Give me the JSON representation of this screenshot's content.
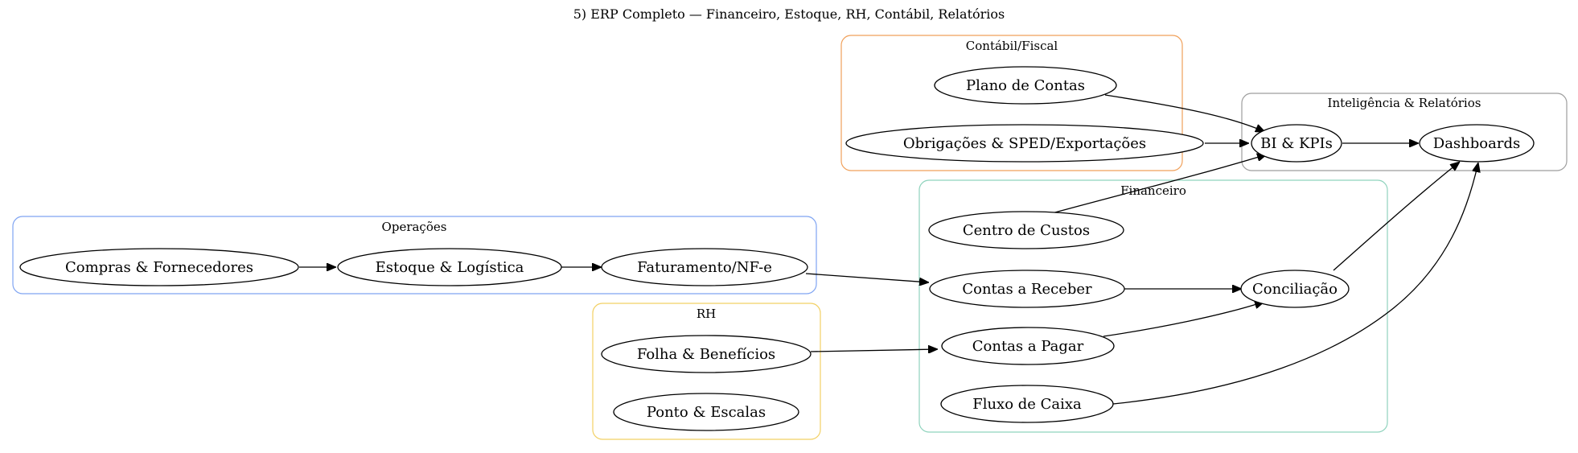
{
  "title": "5) ERP Completo — Financeiro, Estoque, RH, Contábil, Relatórios",
  "clusters": {
    "contabil": {
      "label": "Contábil/Fiscal",
      "color": "#f0a05a"
    },
    "inteligencia": {
      "label": "Inteligência & Relatórios",
      "color": "#9e9e9e"
    },
    "financeiro": {
      "label": "Financeiro",
      "color": "#8fd3bd"
    },
    "operacoes": {
      "label": "Operações",
      "color": "#7fa4f2"
    },
    "rh": {
      "label": "RH",
      "color": "#f2d064"
    }
  },
  "nodes": {
    "plano": "Plano de Contas",
    "obrigacoes": "Obrigações & SPED/Exportações",
    "bi": "BI & KPIs",
    "dashboards": "Dashboards",
    "centro": "Centro de Custos",
    "receber": "Contas a Receber",
    "pagar": "Contas a Pagar",
    "fluxo": "Fluxo de Caixa",
    "conciliacao": "Conciliação",
    "compras": "Compras & Fornecedores",
    "estoque": "Estoque & Logística",
    "faturamento": "Faturamento/NF-e",
    "folha": "Folha & Benefícios",
    "ponto": "Ponto & Escalas"
  },
  "edges": [
    {
      "from": "plano",
      "to": "bi"
    },
    {
      "from": "obrigacoes",
      "to": "bi"
    },
    {
      "from": "centro",
      "to": "bi"
    },
    {
      "from": "bi",
      "to": "dashboards"
    },
    {
      "from": "conciliacao",
      "to": "dashboards"
    },
    {
      "from": "fluxo",
      "to": "dashboards"
    },
    {
      "from": "compras",
      "to": "estoque"
    },
    {
      "from": "estoque",
      "to": "faturamento"
    },
    {
      "from": "faturamento",
      "to": "receber"
    },
    {
      "from": "receber",
      "to": "conciliacao"
    },
    {
      "from": "pagar",
      "to": "conciliacao"
    },
    {
      "from": "folha",
      "to": "pagar"
    }
  ]
}
